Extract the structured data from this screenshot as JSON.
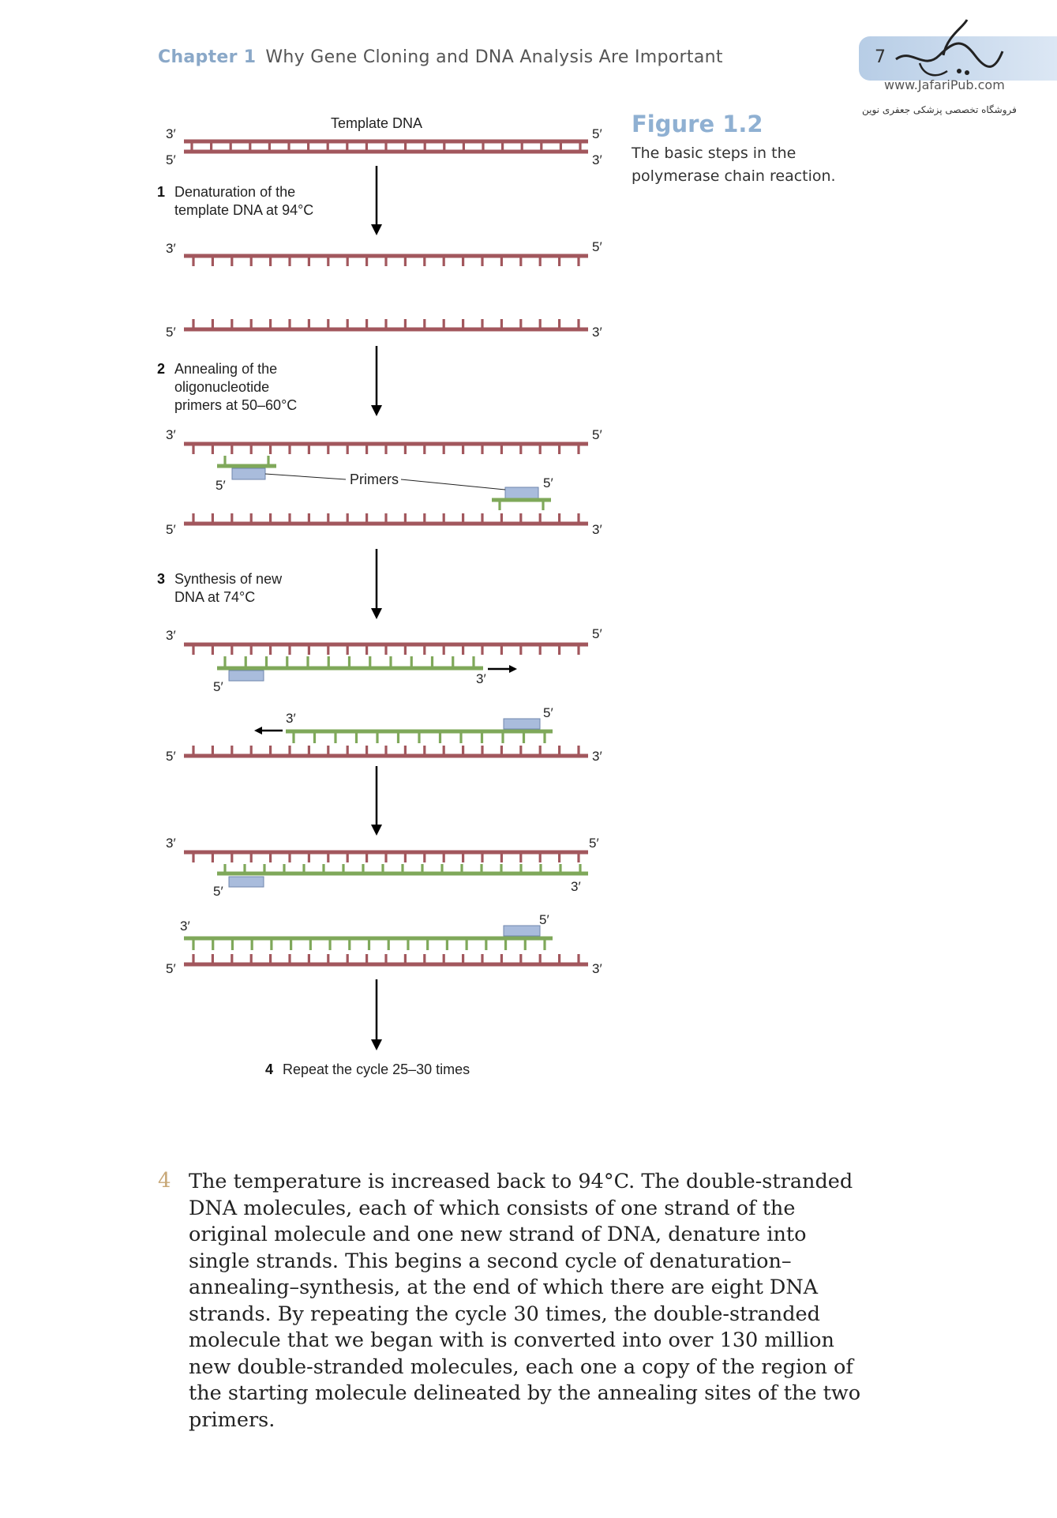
{
  "header": {
    "chapter_label": "Chapter 1",
    "chapter_title": "Why Gene Cloning and DNA Analysis Are Important",
    "page_number": "7",
    "site_url": "www.JafariPub.com",
    "site_tagline": "فروشگاه تخصصی پزشکی جعفری نوین"
  },
  "figure": {
    "label": "Figure 1.2",
    "caption": "The basic steps in the polymerase chain reaction.",
    "template_label": "Template DNA",
    "primers_label": "Primers",
    "end_3": "3′",
    "end_5": "5′",
    "steps": [
      {
        "num": "1",
        "lines": [
          "Denaturation of the",
          "template DNA at 94°C"
        ]
      },
      {
        "num": "2",
        "lines": [
          "Annealing of the",
          "oligonucleotide",
          "primers at 50–60°C"
        ]
      },
      {
        "num": "3",
        "lines": [
          "Synthesis of new",
          "DNA at 74°C"
        ]
      },
      {
        "num": "4",
        "lines": [
          "Repeat the cycle 25–30 times"
        ]
      }
    ],
    "colors": {
      "template": "#a2575d",
      "new_strand": "#7fa85a",
      "primer": "#a9bcdc"
    }
  },
  "body": {
    "para_number": "4",
    "para_text": "The temperature is increased back to 94°C. The double-stranded DNA molecules, each of which consists of one strand of the original molecule and one new strand of DNA, denature into single strands. This begins a second cycle of denaturation–annealing–synthesis, at the end of which there are eight DNA strands. By repeating the cycle 30 times, the double-stranded molecule that we began with is converted into over 130 million new double-stranded molecules, each one a copy of the region of the starting molecule delineated by the annealing sites of the two primers."
  }
}
